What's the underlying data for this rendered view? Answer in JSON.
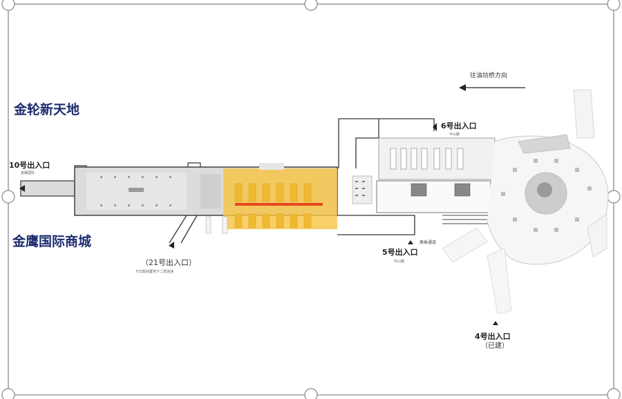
{
  "labels": {
    "landmark_north": "金轮新天地",
    "landmark_south": "金鹰国际商城",
    "direction": "往油坊桥方向",
    "exit_10": "10号出入口",
    "exit_10_sub": "金鹰国际",
    "exit_21": "（21号出入口）",
    "exit_21_sub": "与华联商厦地下二层连通",
    "exit_6": "6号出入口",
    "exit_6_sub": "中山路",
    "exit_5": "5号出入口",
    "exit_5_sub": "中山路",
    "transfer": "换乘通道",
    "exit_4": "4号出入口",
    "exit_4_note": "（已建）"
  },
  "colors": {
    "highlight_zone": "#f7c442",
    "highlight_line": "#e8481c",
    "landmark_text": "#1d2c6e",
    "corridor_fill": "#dcdcdc",
    "wall": "#333333"
  },
  "icons": {
    "direction_arrow": "arrow-left-icon",
    "exit_marker": "triangle-marker-icon"
  }
}
